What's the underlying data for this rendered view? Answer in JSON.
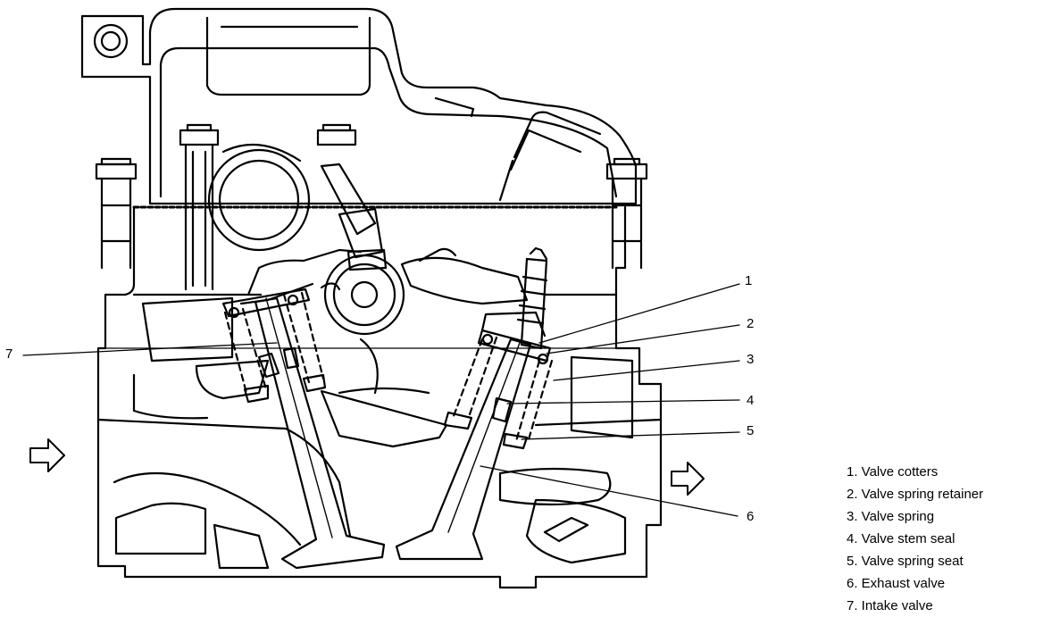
{
  "callouts": [
    "1",
    "2",
    "3",
    "4",
    "5",
    "6",
    "7"
  ],
  "legend": [
    "1. Valve cotters",
    "2. Valve spring retainer",
    "3. Valve spring",
    "4. Valve stem seal",
    "5. Valve spring seat",
    "6. Exhaust valve",
    "7. Intake valve"
  ],
  "colors": {
    "line": "#000000",
    "background": "#ffffff"
  },
  "icons": [
    "intake-flow-arrow-icon",
    "exhaust-flow-arrow-icon"
  ]
}
